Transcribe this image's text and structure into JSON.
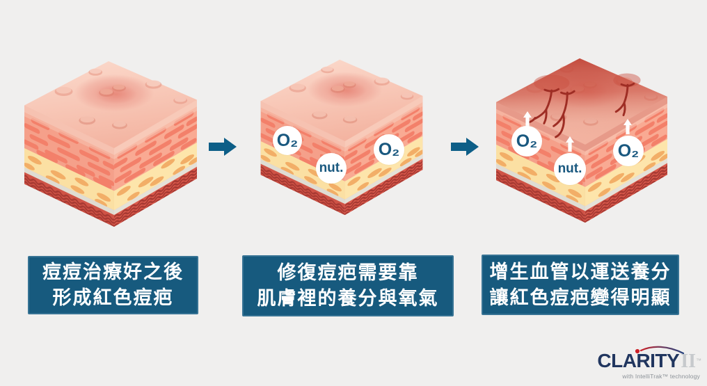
{
  "meta": {
    "background": "#f0efee"
  },
  "stages": [
    {
      "caption_lines": [
        "痘痘治療好之後",
        "形成紅色痘疤"
      ],
      "bubbles": []
    },
    {
      "caption_lines": [
        "修復痘疤需要靠",
        "肌膚裡的養分與氧氣"
      ],
      "bubbles": [
        {
          "label": "O₂"
        },
        {
          "label": "nut."
        },
        {
          "label": "O₂"
        }
      ]
    },
    {
      "caption_lines": [
        "增生血管以運送養分",
        "讓紅色痘疤變得明顯"
      ],
      "bubbles": [
        {
          "label": "O₂"
        },
        {
          "label": "nut."
        },
        {
          "label": "O₂"
        }
      ]
    }
  ],
  "logo": {
    "brand": "CLARITY",
    "suffix": "II",
    "trademark": "™",
    "tagline": "with IntelliTrak™ technology"
  },
  "colors": {
    "caption_bg": "#175a7e",
    "flow_arrow": "#0d5e87",
    "bubble_text": "#19587f",
    "epidermis": "#f6c2b1",
    "dermis": "#f8a58e",
    "dermis_dash": "#f3806a",
    "fat": "#fbe0a3",
    "fat_oval": "#f2ae67",
    "membrane": "#dfdcd3",
    "muscle": "#d8584a",
    "muscle_wave": "#a83a33",
    "blood_vessel": "#9e2d24",
    "redness": "#c94f41",
    "logo_navy": "#21365f",
    "logo_gray": "#c6c9cc",
    "logo_red": "#cc2027"
  }
}
